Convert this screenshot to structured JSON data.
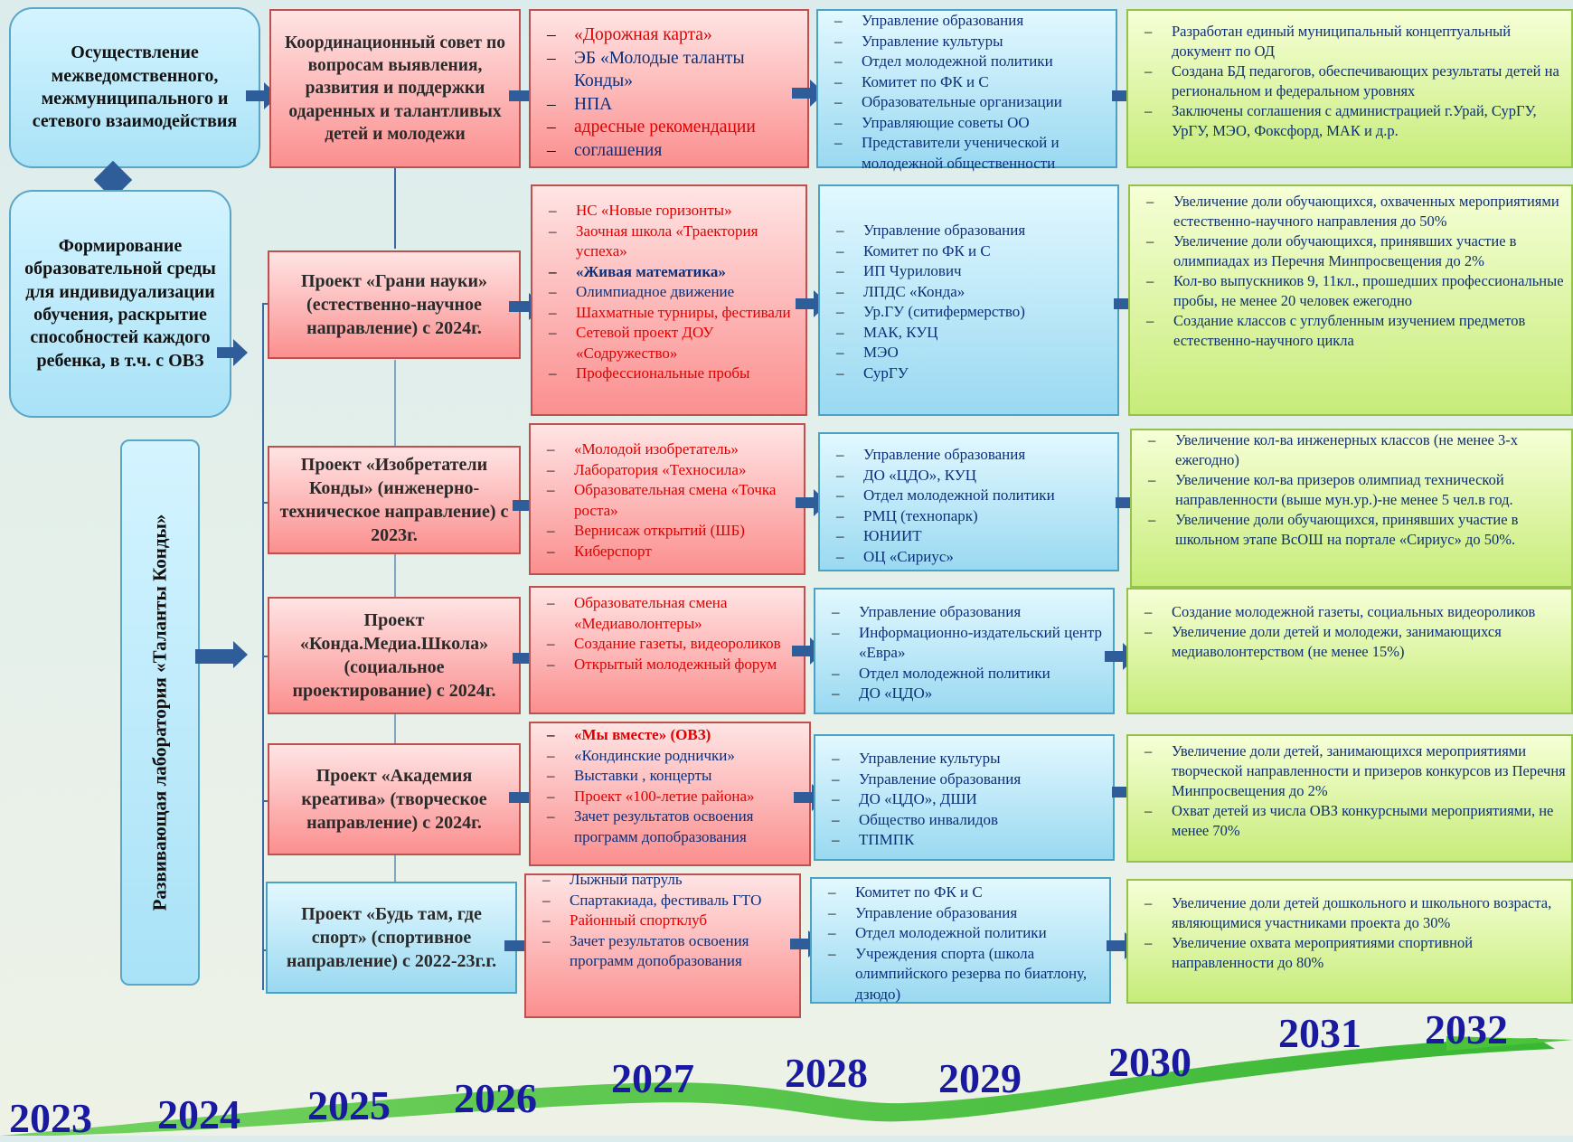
{
  "left": {
    "box1": "Осуществление межведомственного, межмуниципального и сетевого взаимодействия",
    "box2": "Формирование образовательной среды для индивидуализации обучения, раскрытие способностей каждого ребенка, в т.ч. с ОВЗ",
    "lab": "Развивающая лаборатория «Таланты Конды»"
  },
  "rows": [
    {
      "project": "Координационный совет по вопросам выявления, развития и поддержки одаренных и талантливых детей и молодежи",
      "activities": [
        "«Дорожная карта»",
        "ЭБ «Молодые таланты Конды»",
        "НПА",
        "адресные рекомендации",
        "соглашения"
      ],
      "partners": [
        "Управление образования",
        "Управление культуры",
        "Отдел молодежной политики",
        "Комитет по ФК и С",
        "Образовательные организации",
        "Управляющие советы ОО",
        "Представители ученической и молодежной общественности"
      ],
      "results": [
        "Разработан единый муниципальный концептуальный документ по ОД",
        "Создана БД педагогов, обеспечивающих результаты детей на региональном и федеральном уровнях",
        "Заключены соглашения с администрацией г.Урай, СурГУ, УрГУ, МЭО, Фоксфорд, МАК и д.р."
      ]
    },
    {
      "project": "Проект «Грани науки» (естественно-научное направление) с 2024г.",
      "activities": [
        "НС «Новые горизонты»",
        "Заочная школа «Траектория успеха»",
        "«Живая математика»",
        "Олимпиадное движение",
        "Шахматные турниры, фестивали",
        "Сетевой проект ДОУ «Содружество»",
        "Профессиональные пробы"
      ],
      "partners": [
        "Управление образования",
        "Комитет по ФК и С",
        "ИП Чурилович",
        "ЛПДС «Конда»",
        "Ур.ГУ (ситифермерство)",
        "МАК, КУЦ",
        "МЭО",
        "СурГУ"
      ],
      "results": [
        "Увеличение доли обучающихся, охваченных мероприятиями естественно-научного направления до 50%",
        "Увеличение доли обучающихся, принявших участие в олимпиадах из Перечня Минпросвещения до 2%",
        "Кол-во выпускников 9, 11кл., прошедших профессиональные пробы, не менее 20 человек ежегодно",
        "Создание классов с углубленным изучением предметов естественно-научного цикла"
      ]
    },
    {
      "project": "Проект «Изобретатели Конды» (инженерно-техническое направление) с 2023г.",
      "activities": [
        "«Молодой изобретатель»",
        "Лаборатория «Техносила»",
        "Образовательная смена «Точка роста»",
        "Вернисаж открытий (ШБ)",
        "Киберспорт"
      ],
      "partners": [
        "Управление образования",
        "ДО «ЦДО», КУЦ",
        "Отдел молодежной политики",
        "РМЦ (технопарк)",
        "ЮНИИТ",
        "ОЦ «Сириус»"
      ],
      "results": [
        "Увеличение кол-ва инженерных классов (не менее 3-х ежегодно)",
        "Увеличение кол-ва призеров олимпиад технической направленности (выше мун.ур.)-не менее 5 чел.в год.",
        "Увеличение доли обучающихся, принявших участие в школьном этапе ВсОШ на портале «Сириус» до 50%."
      ]
    },
    {
      "project": "Проект «Конда.Медиа.Школа» (социальное проектирование) с 2024г.",
      "activities": [
        "Образовательная смена «Медиаволонтеры»",
        "Создание газеты, видеороликов",
        "Открытый молодежный форум"
      ],
      "partners": [
        "Управление образования",
        "Информационно-издательский центр «Евра»",
        "Отдел молодежной политики",
        "ДО «ЦДО»"
      ],
      "results": [
        "Создание молодежной газеты, социальных видеороликов",
        "Увеличение доли детей и молодежи, занимающихся медиаволонтерством (не менее 15%)"
      ]
    },
    {
      "project": "Проект «Академия креатива» (творческое направление) с 2024г.",
      "activities": [
        "«Мы вместе» (ОВЗ)",
        "«Кондинские роднички»",
        "Выставки , концерты",
        "Проект «100-летие района»",
        "Зачет результатов освоения программ допобразования"
      ],
      "partners": [
        "Управление культуры",
        "Управление образования",
        "ДО «ЦДО», ДШИ",
        "Общество инвалидов",
        "ТПМПК"
      ],
      "results": [
        "Увеличение доли детей, занимающихся мероприятиями творческой направленности и призеров конкурсов из Перечня Минпросвещения до 2%",
        "Охват детей из числа ОВЗ конкурсными мероприятиями, не менее 70%"
      ]
    },
    {
      "project": "Проект «Будь там, где спорт» (спортивное направление) с 2022-23г.г.",
      "activities": [
        "Лыжный патруль",
        "Спартакиада, фестиваль ГТО",
        "Районный спортклуб",
        "Зачет результатов освоения программ допобразования"
      ],
      "partners": [
        "Комитет по ФК и С",
        "Управление образования",
        "Отдел молодежной политики",
        "Учреждения спорта (школа олимпийского резерва по биатлону, дзюдо)"
      ],
      "results": [
        "Увеличение доли детей дошкольного и школьного возраста, являющимися участниками проекта до 30%",
        "Увеличение охвата мероприятиями спортивной направленности до 80%"
      ]
    }
  ],
  "years": [
    "2023",
    "2024",
    "2025",
    "2026",
    "2027",
    "2028",
    "2029",
    "2030",
    "2031",
    "2032"
  ],
  "colors": {
    "arrow": "#2e5d9a",
    "year": "#1a1aa0",
    "activity_text": "#e00000",
    "partner_text": "#0b2f7a"
  }
}
